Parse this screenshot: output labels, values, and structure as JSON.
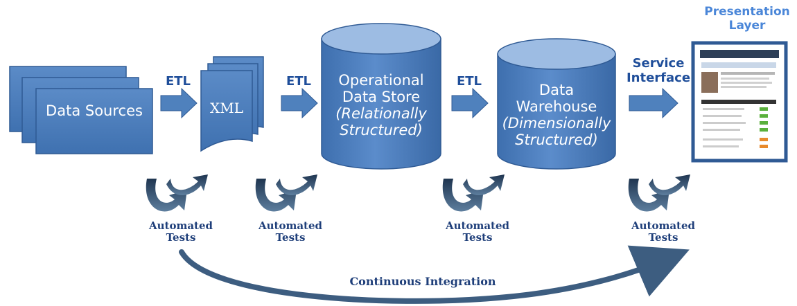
{
  "nodes": {
    "data_sources": "Data Sources",
    "xml": "XML",
    "ods_title_1": "Operational",
    "ods_title_2": "Data Store",
    "ods_sub_1": "(Relationally",
    "ods_sub_2": "Structured)",
    "dw_title_1": "Data",
    "dw_title_2": "Warehouse",
    "dw_sub_1": "(Dimensionally",
    "dw_sub_2": "Structured)",
    "presentation_1": "Presentation",
    "presentation_2": "Layer"
  },
  "edges": {
    "etl_1": "ETL",
    "etl_2": "ETL",
    "etl_3": "ETL",
    "service_1": "Service",
    "service_2": "Interface"
  },
  "tests": {
    "t1_line1": "Automated",
    "t1_line2": "Tests",
    "t2_line1": "Automated",
    "t2_line2": "Tests",
    "t3_line1": "Automated",
    "t3_line2": "Tests",
    "t4_line1": "Automated",
    "t4_line2": "Tests"
  },
  "continuous_integration": "Continuous Integration",
  "colors": {
    "box_fill": "#4f81bd",
    "box_dark": "#3a6aa8",
    "cyl_top": "#9dbce3",
    "arrow": "#4f81bd",
    "label": "#1f4e9a",
    "cycle": "#2f4f77"
  }
}
